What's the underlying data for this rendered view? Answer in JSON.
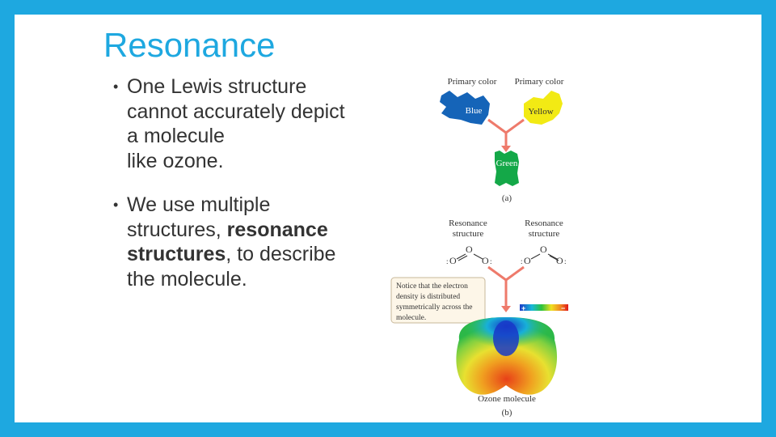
{
  "slide": {
    "title": "Resonance",
    "bullets": [
      {
        "parts": [
          {
            "text": "One Lewis structure cannot accurately depict a molecule like ozone.",
            "bold": false
          }
        ],
        "lines": [
          "One Lewis structure",
          "cannot accurately depict",
          "a molecule",
          "like ozone."
        ]
      },
      {
        "lines": [
          "We use multiple",
          "structures, ",
          "structures",
          ", to describe",
          "the molecule."
        ],
        "text_a": "We use multiple",
        "text_b": "structures, ",
        "bold_b": "resonance",
        "bold_c": "structures",
        "text_c": ", to describe",
        "text_d": "the molecule."
      }
    ]
  },
  "figure": {
    "primary_left": "Primary color",
    "primary_right": "Primary color",
    "blue": "Blue",
    "yellow": "Yellow",
    "green": "Green",
    "label_a": "(a)",
    "res_left_1": "Resonance",
    "res_left_2": "structure",
    "res_right_1": "Resonance",
    "res_right_2": "structure",
    "note": [
      "Notice that the electron",
      "density is distributed",
      "symmetrically across the",
      "molecule."
    ],
    "plus": "+",
    "minus": "−",
    "ozone": "Ozone molecule",
    "label_b": "(b)"
  },
  "colors": {
    "frame": "#1ea8e0",
    "title": "#1ea8e0",
    "arrow": "#ee7a6b",
    "blue": "#1564b8",
    "yellow": "#f2ea14",
    "green": "#14a848"
  }
}
